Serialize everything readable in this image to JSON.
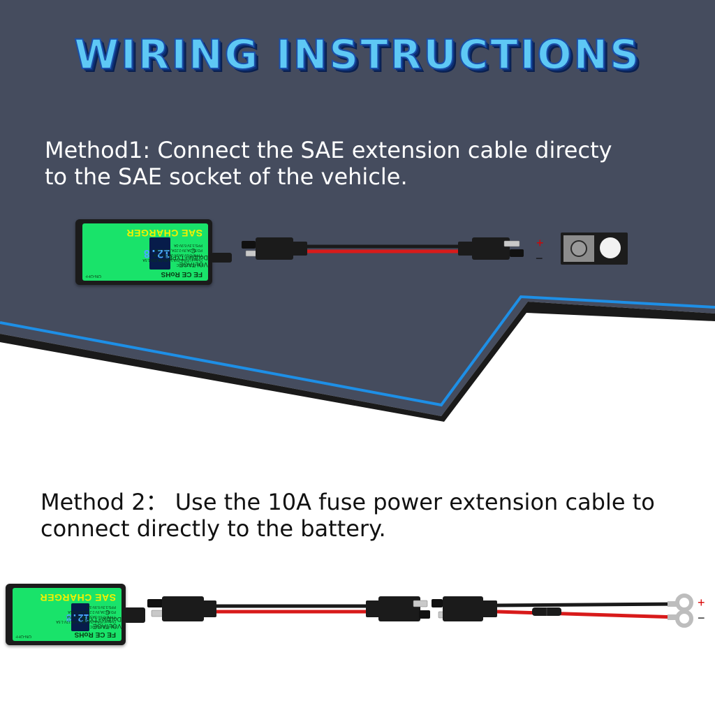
{
  "title": "WIRING INSTRUCTIONS",
  "method1": {
    "line1": "Method1: Connect the SAE extension cable directy",
    "line2": "to the SAE socket of the vehicle."
  },
  "method2": {
    "line1": "Method 2： Use the 10A fuse power extension cable to",
    "line2": "connect directly to the battery."
  },
  "charger": {
    "name": "SAE CHARGER",
    "display": "12.8",
    "voltage_line1": "VOLTAGE",
    "voltage_line2": "Double+TYPE-C",
    "certifications": "FE CE RoHS",
    "switch_label": "ON-OFF",
    "spec_lines": [
      "Input:12-24V DC",
      "Output:USB:5.0V3.1A,9V-2A,12V-1.5A",
      "TYPE-C:5V-3A,9V-2A,12V-1.5A",
      "PD:5V-3A,9V-2.22A,12V-1.66A",
      "PPS:3.3V-5.9V-3A"
    ]
  },
  "polarity": {
    "positive": "+",
    "negative": "−"
  },
  "colors": {
    "dark_bg": "#454c5e",
    "accent_blue": "#1e8fe6",
    "charger_green": "#19e36a",
    "charger_text": "#f5f000",
    "wire_red": "#d81a1a",
    "wire_black": "#1a1a1a"
  }
}
